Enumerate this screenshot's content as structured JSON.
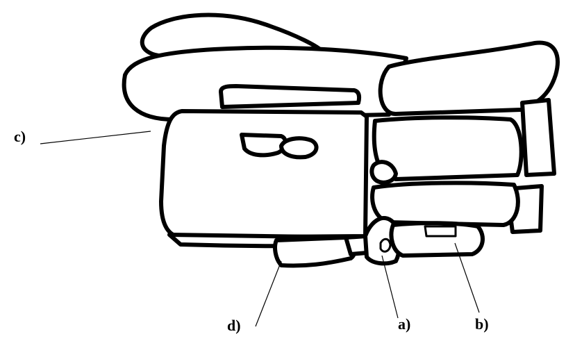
{
  "labels": {
    "c": "c)",
    "d": "d)",
    "a": "a)",
    "b": "b)"
  },
  "colors": {
    "stroke": "#000000",
    "fill": "#ffffff",
    "background": "#ffffff"
  }
}
